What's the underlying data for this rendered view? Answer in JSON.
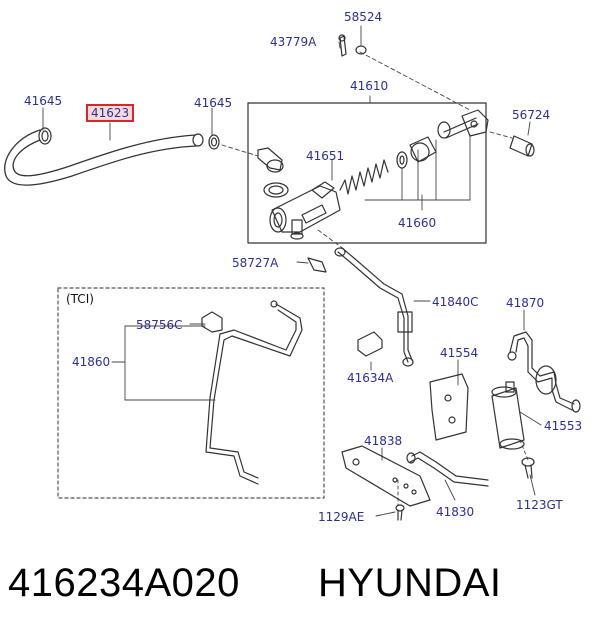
{
  "labels": {
    "p58524": "58524",
    "p43779A": "43779A",
    "p41645_left": "41645",
    "p41623": "41623",
    "p41645_mid": "41645",
    "p41610": "41610",
    "p56724": "56724",
    "p41651": "41651",
    "p41660": "41660",
    "p58727A": "58727A",
    "tci": "(TCI)",
    "p58756C": "58756C",
    "p41860": "41860",
    "p41840C": "41840C",
    "p41870": "41870",
    "p41634A": "41634A",
    "p41554": "41554",
    "p41553": "41553",
    "p41838": "41838",
    "p41830": "41830",
    "p1123GT": "1123GT",
    "p1129AE": "1129AE"
  },
  "footer": {
    "part_number": "416234A020",
    "brand": "HYUNDAI"
  },
  "colors": {
    "label": "#2b2f9a",
    "highlight_border": "#d6262e",
    "highlight_fill": "#f6d9da",
    "line": "#333333"
  }
}
